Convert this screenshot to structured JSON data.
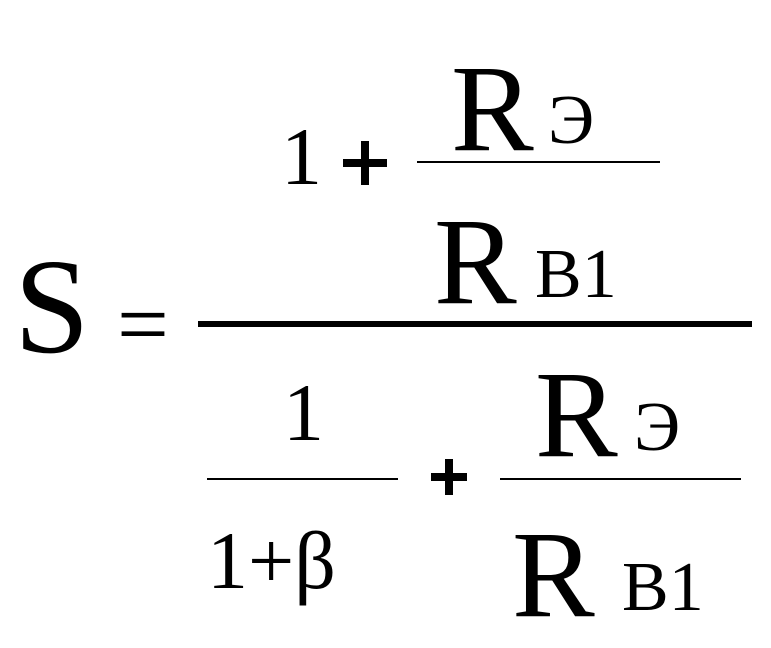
{
  "formula": {
    "lhs": "S",
    "equals": "=",
    "numerator": {
      "one": "1",
      "plus": "+",
      "fraction": {
        "top": {
          "base": "R",
          "sub": "Э"
        },
        "bottom": {
          "base": "R",
          "sub": "B1"
        }
      }
    },
    "denominator": {
      "left_fraction": {
        "top": "1",
        "bottom": "1+β"
      },
      "plus": "+",
      "right_fraction": {
        "top": {
          "base": "R",
          "sub": "Э"
        },
        "bottom": {
          "base": "R",
          "sub": "B1"
        }
      }
    }
  }
}
